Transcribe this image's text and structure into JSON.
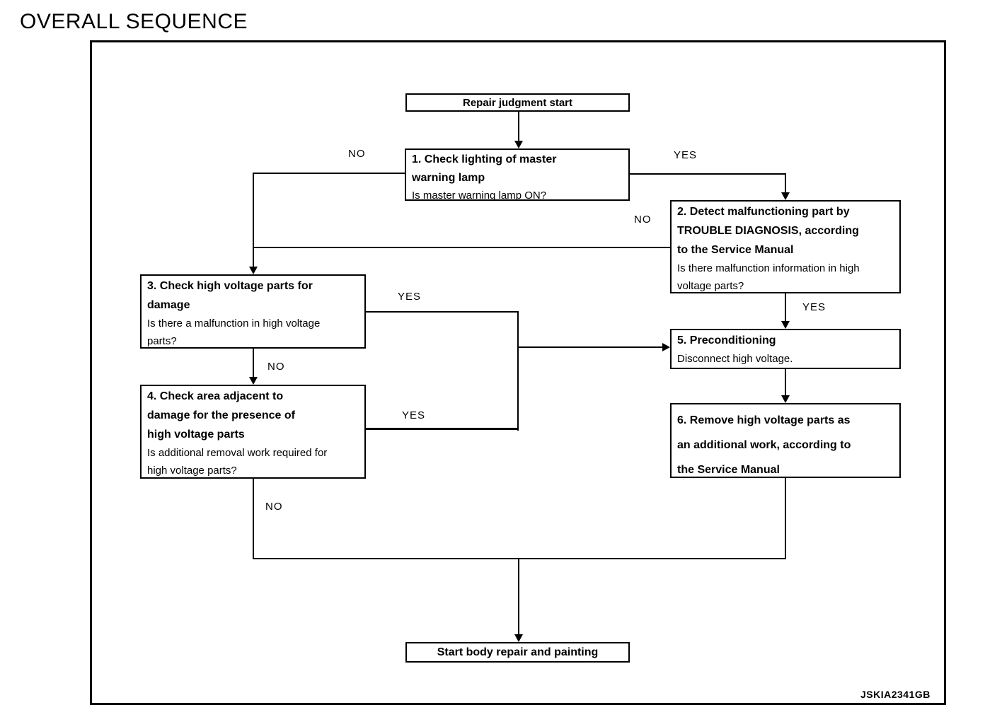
{
  "title": "OVERALL SEQUENCE",
  "figure_code": "JSKIA2341GB",
  "flowchart": {
    "start": {
      "label": "Repair judgment start"
    },
    "step1": {
      "heading": "1. Check lighting of master\nwarning lamp",
      "question": "Is master warning lamp ON?"
    },
    "step2": {
      "heading": "2. Detect malfunctioning part by\nTROUBLE DIAGNOSIS, according\nto the Service Manual",
      "question": "Is there malfunction information in high\nvoltage parts?"
    },
    "step3": {
      "heading": "3. Check high voltage parts for\ndamage",
      "question": "Is there a malfunction in high voltage\nparts?"
    },
    "step4": {
      "heading": "4. Check area adjacent to\ndamage for the presence of\nhigh voltage parts",
      "question": "Is additional removal work required for\nhigh voltage parts?"
    },
    "step5": {
      "heading": "5. Preconditioning",
      "question": "Disconnect high voltage."
    },
    "step6": {
      "heading": "6. Remove high voltage parts as\nan additional work, according to\nthe Service Manual"
    },
    "end": {
      "label": "Start body repair and painting"
    },
    "edge_labels": {
      "step1_no": "NO",
      "step1_yes": "YES",
      "step2_no": "NO",
      "step2_yes": "YES",
      "step3_yes": "YES",
      "step3_no": "NO",
      "step4_yes": "YES",
      "step4_no": "NO"
    }
  }
}
